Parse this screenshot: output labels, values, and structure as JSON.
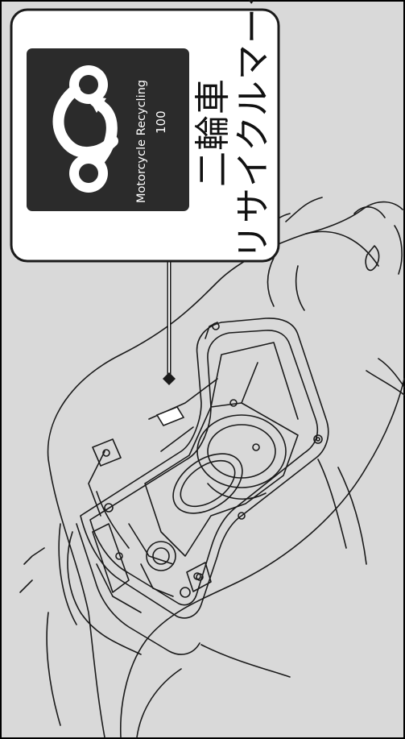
{
  "callout": {
    "title_line1": "二輪車",
    "title_line2": "リサイクルマーク"
  },
  "badge": {
    "text_line1": "Motorcycle Recycling",
    "text_line2": "100",
    "logo_icon": "motorcycle-recycling-logo-icon",
    "background_color": "#2b2b2b"
  },
  "colors": {
    "background": "#d9d9d9",
    "callout_fill": "#ffffff",
    "line": "#1a1a1a"
  }
}
